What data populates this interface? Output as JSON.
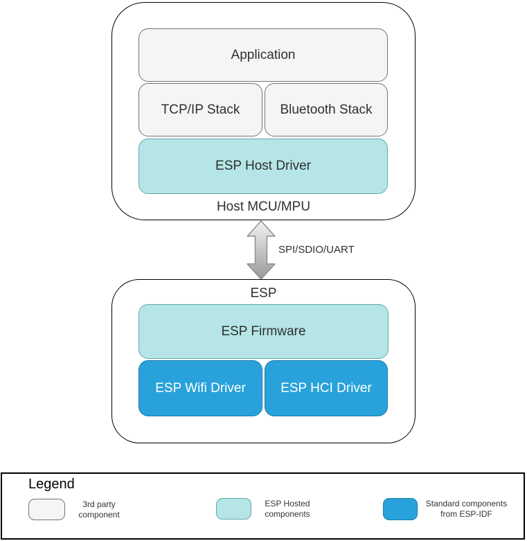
{
  "diagram": {
    "host": {
      "label": "Host MCU/MPU",
      "boxes": {
        "application": "Application",
        "tcpip": "TCP/IP Stack",
        "bluetooth": "Bluetooth Stack",
        "host_driver": "ESP Host Driver"
      }
    },
    "link": {
      "label": "SPI/SDIO/UART"
    },
    "esp": {
      "label": "ESP",
      "boxes": {
        "firmware": "ESP Firmware",
        "wifi": "ESP Wifi Driver",
        "hci": "ESP HCI Driver"
      }
    }
  },
  "legend": {
    "title": "Legend",
    "items": [
      {
        "line1": "3rd party",
        "line2": "component",
        "color": "#f5f5f5",
        "border_color": "#737373"
      },
      {
        "line1": "ESP Hosted",
        "line2": "components",
        "color": "#b5e5e6",
        "border_color": "#5fa8ac"
      },
      {
        "line1": "Standard components",
        "line2": "from ESP-IDF",
        "color": "#29a2db",
        "border_color": "#1779ab"
      }
    ]
  },
  "colors": {
    "third_party_fill": "#f5f5f5",
    "esp_hosted_fill": "#b5e5e6",
    "esp_idf_fill": "#29a2db",
    "container_border": "#000000",
    "arrow_fill_light": "#f0f0f0",
    "arrow_fill_dark": "#999999",
    "arrow_stroke": "#8f8f8f"
  }
}
